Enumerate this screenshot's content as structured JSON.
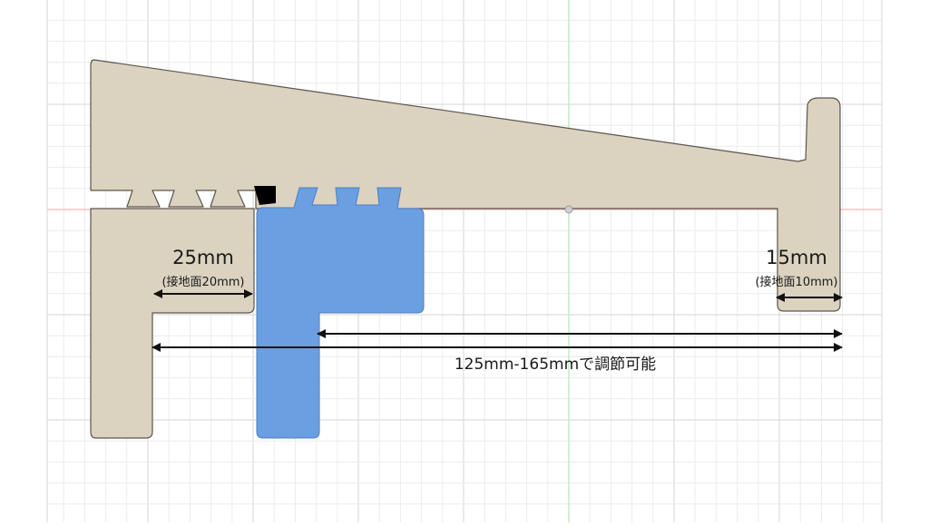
{
  "labels": {
    "left_width": "25mm",
    "left_contact": "(接地面20mm)",
    "right_width": "15mm",
    "right_contact": "(接地面10mm)",
    "range": "125mm-165mmで調節可能"
  },
  "colors": {
    "background": "#ffffff",
    "grid_minor": "#ececec",
    "grid_major": "#d6d6d6",
    "axis_horizontal": "#f2b8b8",
    "axis_vertical": "#b8e6b8",
    "fixed_part_fill": "#dbd2c0",
    "fixed_part_stroke": "#5a554c",
    "slider_fill": "#6a9fe2",
    "slider_stroke": "#4d7fc2",
    "highlight_tooth": "#000000",
    "arrow": "#111111"
  }
}
